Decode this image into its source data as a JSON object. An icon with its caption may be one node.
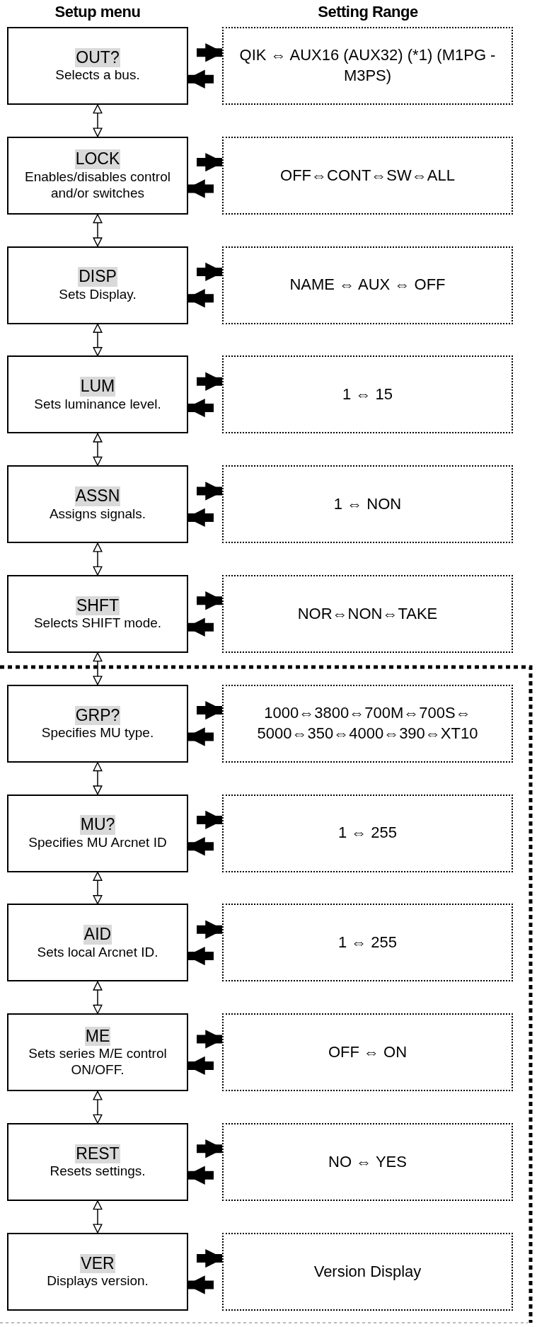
{
  "diagram": {
    "nodes": [
      {
        "text": [
          "OUT?",
          "Selects a bus."
        ]
      },
      {
        "text": [
          "QIK ⇔ AUX16 (AUX32) (*1) (M1PG - M3PS)"
        ]
      },
      {
        "text": [
          "LOCK",
          "Enables/disables control and/or switches"
        ]
      },
      {
        "text": [
          "OFF⇔CONT⇔SW⇔ALL"
        ]
      },
      {
        "text": [
          "DISP",
          "Sets Display."
        ]
      },
      {
        "text": [
          "NAME ⇔ AUX ⇔ OFF"
        ]
      },
      {
        "text": [
          "LUM",
          "Sets luminance level."
        ]
      },
      {
        "text": [
          "1 ⇔ 15"
        ]
      },
      {
        "text": [
          "ASSN",
          "Assigns signals."
        ]
      },
      {
        "text": [
          "1 ⇔ NON"
        ]
      },
      {
        "text": [
          "SHFT",
          "Selects SHIFT mode."
        ]
      },
      {
        "text": [
          "NOR⇔NON⇔TAKE"
        ]
      },
      {
        "text": [
          "GRP?",
          "Specifies MU type."
        ]
      },
      {
        "text": [
          "1000⇔3800⇔700M⇔700S⇔ 5000⇔350⇔4000⇔390⇔XT10"
        ]
      },
      {
        "text": [
          "MU?",
          "Specifies MU Arcnet ID"
        ]
      },
      {
        "text": [
          "1 ⇔ 255"
        ]
      },
      {
        "text": [
          "AID",
          "Sets local Arcnet ID."
        ]
      },
      {
        "text": [
          "1 ⇔ 255"
        ]
      },
      {
        "text": [
          "ME",
          "Sets series M/E control ON/OFF."
        ]
      },
      {
        "text": [
          "OFF ⇔ ON"
        ]
      },
      {
        "text": [
          "REST",
          "Resets settings."
        ]
      },
      {
        "text": [
          "NO ⇔ YES"
        ]
      },
      {
        "text": [
          "VER",
          "Displays version."
        ]
      },
      {
        "text": [
          "Version Display"
        ]
      }
    ],
    "edges": [
      {
        "from": 0,
        "to": 1,
        "arrow": "to"
      },
      {
        "from": 1,
        "to": 0,
        "arrow": "to"
      },
      {
        "from": 2,
        "to": 3,
        "arrow": "to"
      },
      {
        "from": 3,
        "to": 2,
        "arrow": "to"
      },
      {
        "from": 4,
        "to": 5,
        "arrow": "to"
      },
      {
        "from": 5,
        "to": 4,
        "arrow": "to"
      },
      {
        "from": 6,
        "to": 7,
        "arrow": "to"
      },
      {
        "from": 7,
        "to": 6,
        "arrow": "to"
      },
      {
        "from": 8,
        "to": 9,
        "arrow": "to"
      },
      {
        "from": 9,
        "to": 8,
        "arrow": "to"
      },
      {
        "from": 10,
        "to": 11,
        "arrow": "to"
      },
      {
        "from": 11,
        "to": 10,
        "arrow": "to"
      },
      {
        "from": 12,
        "to": 13,
        "arrow": "to"
      },
      {
        "from": 13,
        "to": 12,
        "arrow": "to"
      },
      {
        "from": 14,
        "to": 15,
        "arrow": "to"
      },
      {
        "from": 15,
        "to": 14,
        "arrow": "to"
      },
      {
        "from": 16,
        "to": 17,
        "arrow": "to"
      },
      {
        "from": 17,
        "to": 16,
        "arrow": "to"
      },
      {
        "from": 18,
        "to": 19,
        "arrow": "to"
      },
      {
        "from": 19,
        "to": 18,
        "arrow": "to"
      },
      {
        "from": 20,
        "to": 21,
        "arrow": "to"
      },
      {
        "from": 21,
        "to": 20,
        "arrow": "to"
      },
      {
        "from": 22,
        "to": 23,
        "arrow": "to"
      },
      {
        "from": 23,
        "to": 22,
        "arrow": "to"
      },
      {
        "from": 0,
        "to": 2,
        "arrow": "both"
      },
      {
        "from": 2,
        "to": 4,
        "arrow": "both"
      },
      {
        "from": 4,
        "to": 6,
        "arrow": "both"
      },
      {
        "from": 6,
        "to": 8,
        "arrow": "both"
      },
      {
        "from": 8,
        "to": 10,
        "arrow": "both"
      },
      {
        "from": 10,
        "to": 12,
        "arrow": "both"
      },
      {
        "from": 12,
        "to": 14,
        "arrow": "both"
      },
      {
        "from": 14,
        "to": 16,
        "arrow": "both"
      },
      {
        "from": 16,
        "to": 18,
        "arrow": "both"
      },
      {
        "from": 18,
        "to": 20,
        "arrow": "both"
      },
      {
        "from": 20,
        "to": 22,
        "arrow": "both"
      }
    ],
    "labels": [
      "Setup menu",
      "Setting Range"
    ]
  }
}
